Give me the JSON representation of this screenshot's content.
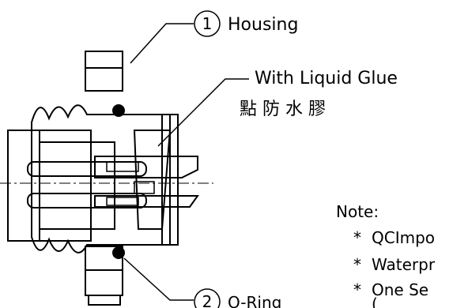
{
  "callouts": [
    {
      "number": "1",
      "label": "Housing"
    },
    {
      "number": "2",
      "label": "O-Ring"
    }
  ],
  "glue_label": "With Liquid Glue",
  "glue_label_cn": "點 防 水 膠",
  "note": {
    "heading": "Note:",
    "items": [
      {
        "bullet": "*",
        "text": "QCImpo"
      },
      {
        "bullet": "*",
        "text": "Waterpr"
      },
      {
        "bullet": "*",
        "text": "One Se"
      }
    ],
    "trailing": "("
  },
  "colors": {
    "line": "#000000",
    "background": "#ffffff",
    "oring": "#000000"
  }
}
